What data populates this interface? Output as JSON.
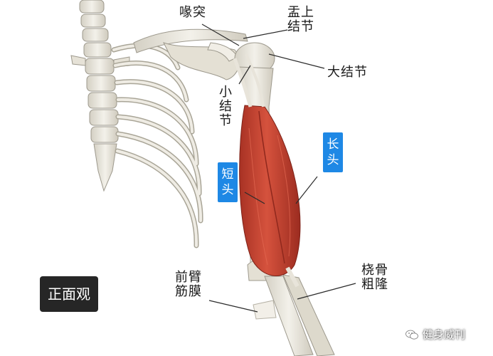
{
  "labels": {
    "coracoid": "喙突",
    "supraglenoid": "盂上结节",
    "greater_tubercle": "大结节",
    "lesser_tubercle": "小结节",
    "short_head": "短头",
    "long_head": "长头",
    "aponeurosis": "前臂筋膜",
    "radial_tuberosity": "桡骨粗隆"
  },
  "view_button": "正面观",
  "watermark": "健身威刊",
  "colors": {
    "badge": "#1e88e5",
    "muscle": "#c9412f",
    "bone": "#e9e6dc",
    "view_button_bg": "#262626"
  },
  "icons": {
    "watermark_icon": "wechat-icon"
  }
}
